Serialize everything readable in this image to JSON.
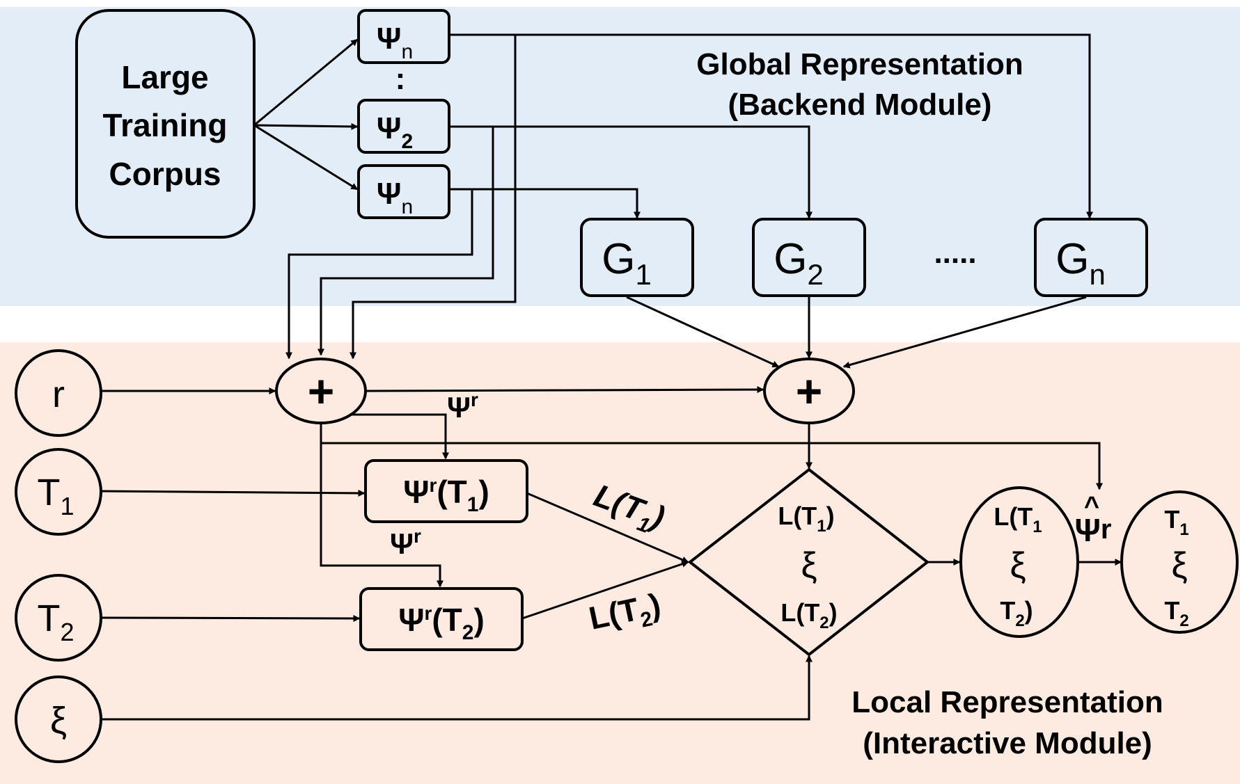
{
  "colors": {
    "global_band": "#e3edf8",
    "local_band": "#fdebe1",
    "stroke": "#000000"
  },
  "regions": {
    "global_title_line1": "Global Representation",
    "global_title_line2": "(Backend Module)",
    "local_title_line1": "Local Representation",
    "local_title_line2": "(Interactive Module)"
  },
  "corpus": {
    "line1": "Large",
    "line2": "Training",
    "line3": "Corpus"
  },
  "psi_boxes": [
    {
      "symbol": "Ψ",
      "sub": "n"
    },
    {
      "symbol": "Ψ",
      "sub": "2"
    },
    {
      "symbol": "Ψ",
      "sub": "n"
    }
  ],
  "psi_ellipsis": ":",
  "g_boxes": [
    {
      "symbol": "G",
      "sub": "1"
    },
    {
      "symbol": "G",
      "sub": "2"
    },
    {
      "symbol": "G",
      "sub": "n"
    }
  ],
  "g_ellipsis": ".....",
  "inputs": {
    "r": "r",
    "t1_symbol": "T",
    "t1_sub": "1",
    "t2_symbol": "T",
    "t2_sub": "2",
    "xi": "ξ"
  },
  "plus_symbol": "+",
  "psi_r": {
    "symbol": "Ψ",
    "sup": "r"
  },
  "transform_boxes": {
    "t1": {
      "psi": "Ψ",
      "sup": "r",
      "open": "(T",
      "sub": "1",
      "close": ")"
    },
    "t2": {
      "psi": "Ψ",
      "sup": "r",
      "open": "(T",
      "sub": "2",
      "close": ")"
    }
  },
  "losses": {
    "l1": {
      "prefix": "L(T",
      "sub": "1",
      "close": ")"
    },
    "l2": {
      "prefix": "L(T",
      "sub": "2",
      "close": ")"
    }
  },
  "diamond": {
    "top_prefix": "L(T",
    "top_sub": "1",
    "top_close": ")",
    "mid": "ξ",
    "bot_prefix": "L(T",
    "bot_sub": "2",
    "bot_close": ")"
  },
  "ellipse1": {
    "top_prefix": "L(T",
    "top_sub": "1",
    "mid": "ξ",
    "bot_prefix": "T",
    "bot_sub": "2",
    "bot_close": ")"
  },
  "psi_hat": {
    "hat": "^",
    "symbol": "Ψ",
    "sup": "r"
  },
  "ellipse2": {
    "top": "T",
    "top_sub": "1",
    "mid": "ξ",
    "bot": "T",
    "bot_sub": "2"
  }
}
